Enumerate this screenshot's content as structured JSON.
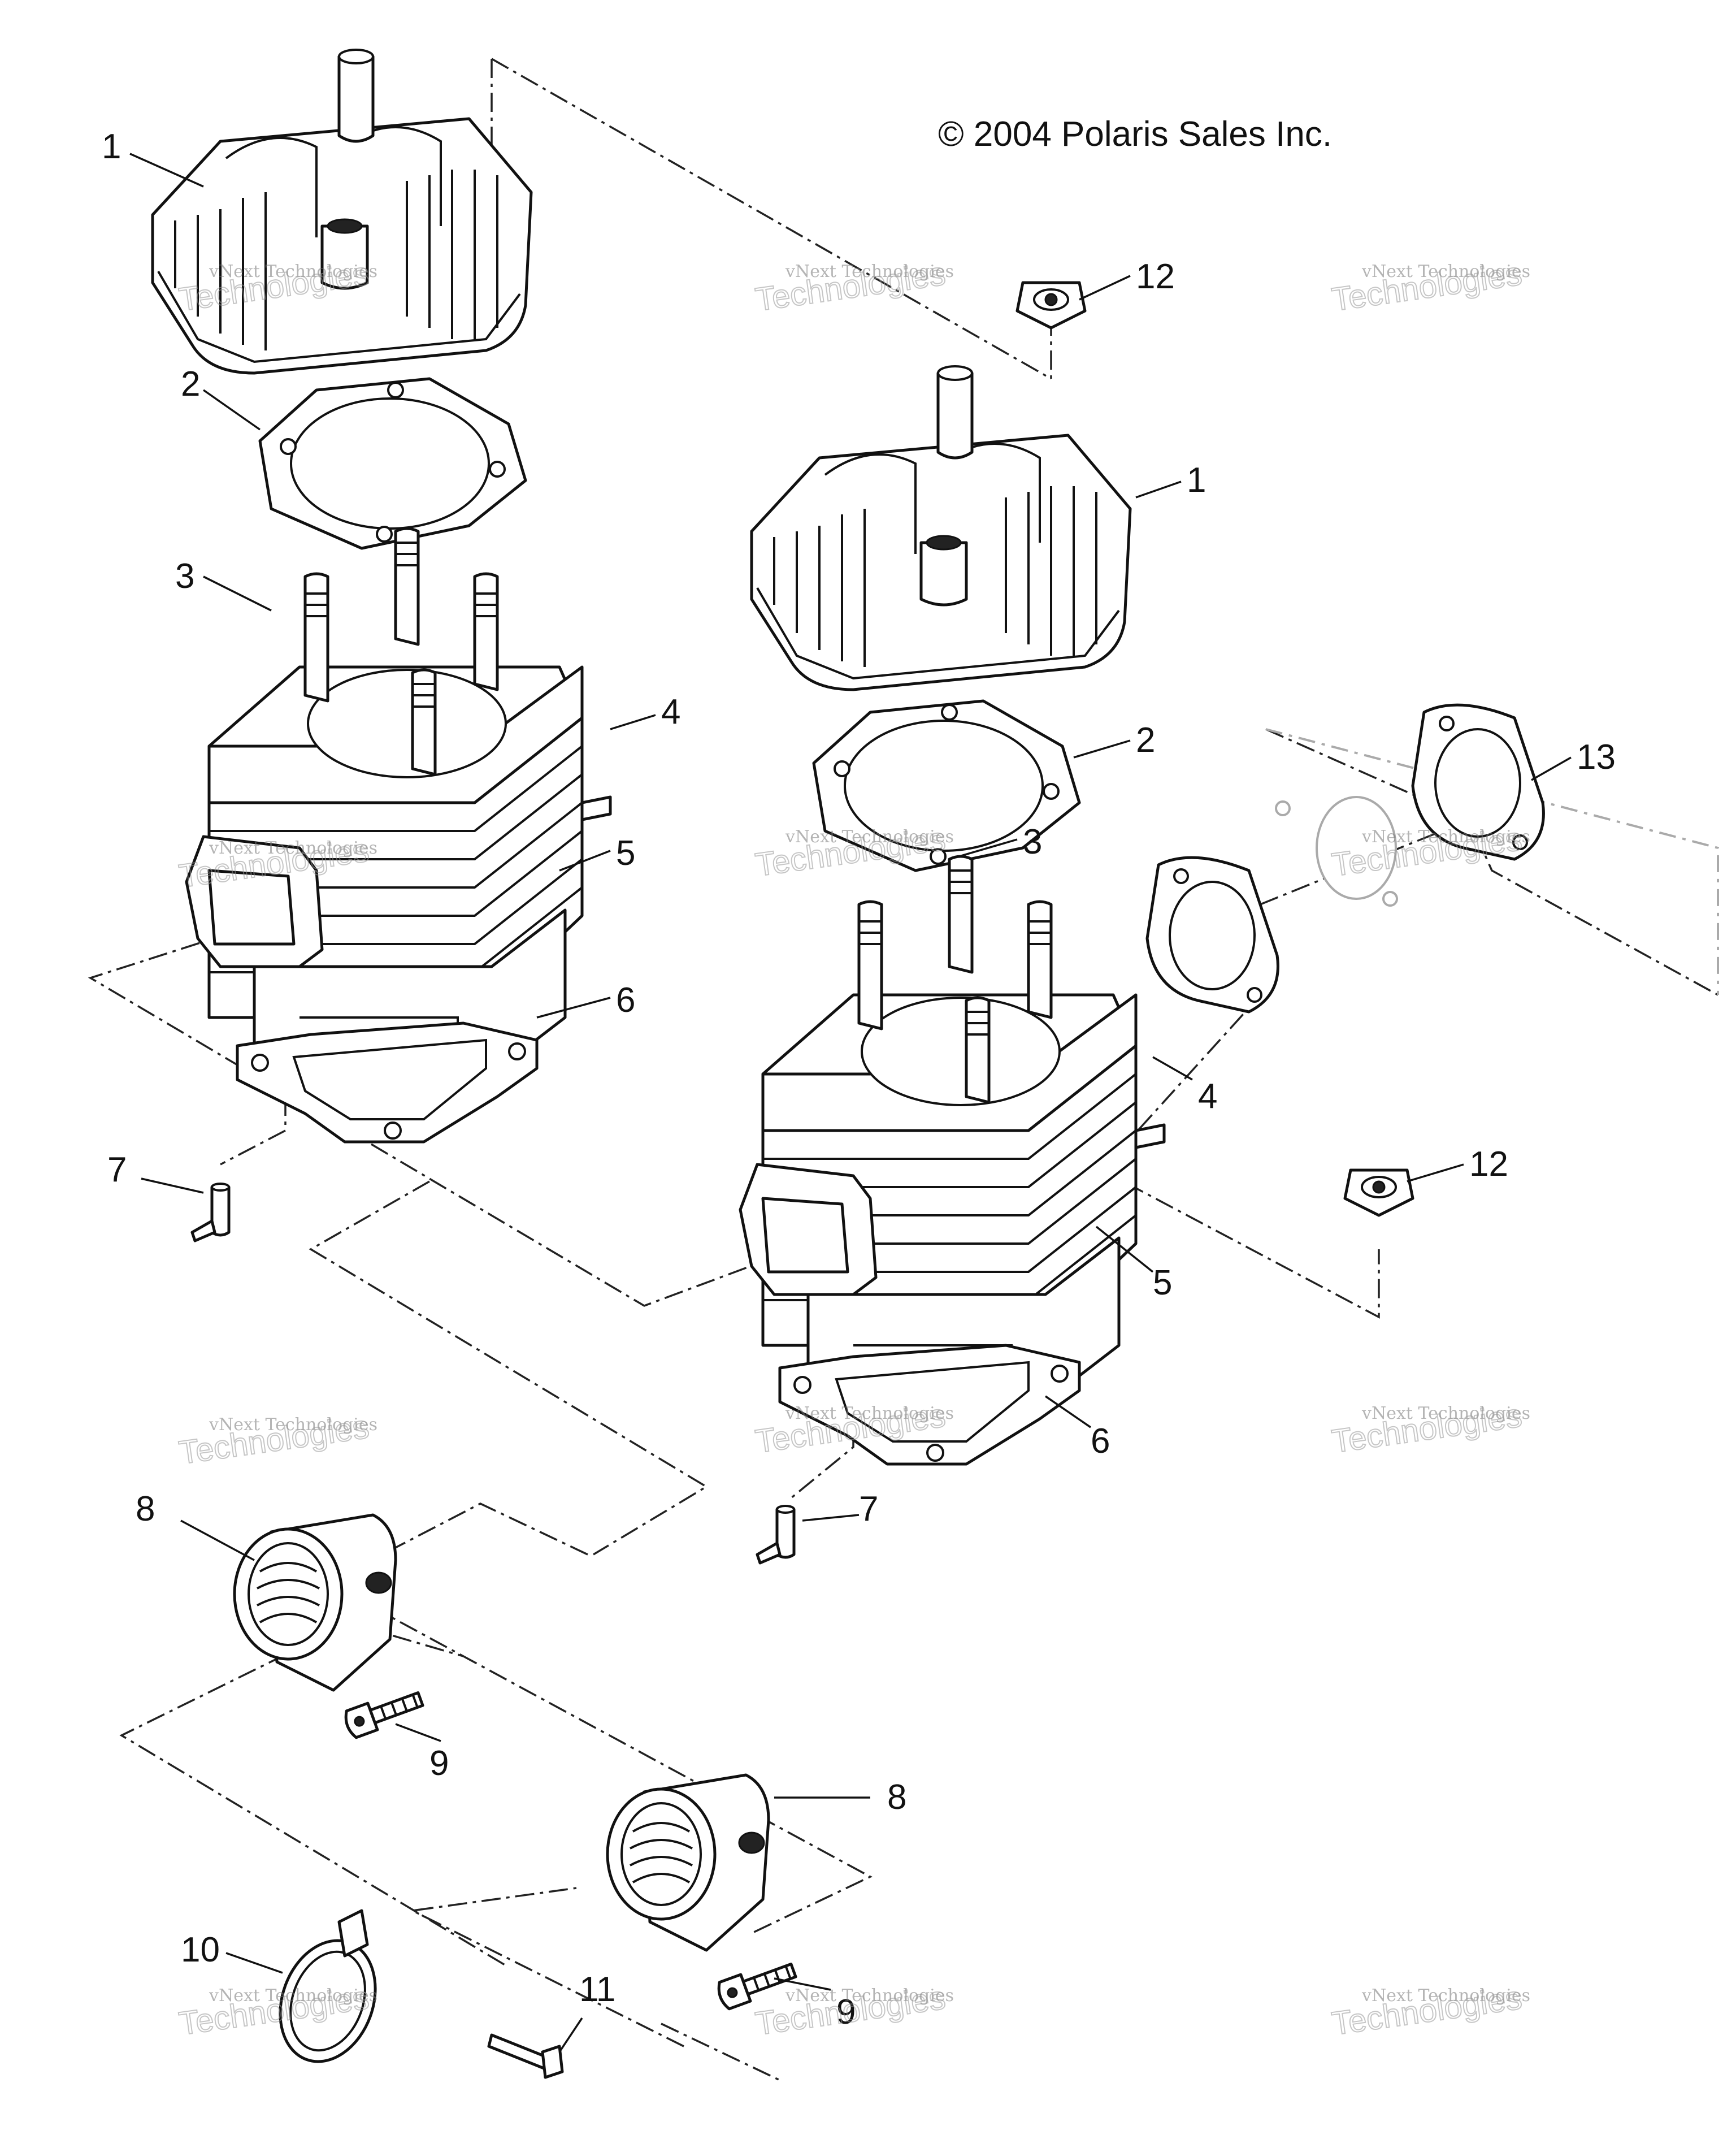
{
  "copyright": "© 2004 Polaris Sales Inc.",
  "watermark": {
    "line1": "vNext Technologies",
    "line2": "Technologies"
  },
  "callouts": [
    {
      "id": "c1a",
      "label": "1"
    },
    {
      "id": "c1b",
      "label": "1"
    },
    {
      "id": "c2a",
      "label": "2"
    },
    {
      "id": "c2b",
      "label": "2"
    },
    {
      "id": "c3a",
      "label": "3"
    },
    {
      "id": "c3b",
      "label": "3"
    },
    {
      "id": "c4a",
      "label": "4"
    },
    {
      "id": "c4b",
      "label": "4"
    },
    {
      "id": "c5a",
      "label": "5"
    },
    {
      "id": "c5b",
      "label": "5"
    },
    {
      "id": "c6a",
      "label": "6"
    },
    {
      "id": "c6b",
      "label": "6"
    },
    {
      "id": "c7a",
      "label": "7"
    },
    {
      "id": "c7b",
      "label": "7"
    },
    {
      "id": "c8a",
      "label": "8"
    },
    {
      "id": "c8b",
      "label": "8"
    },
    {
      "id": "c9a",
      "label": "9"
    },
    {
      "id": "c9b",
      "label": "9"
    },
    {
      "id": "c10",
      "label": "10"
    },
    {
      "id": "c11",
      "label": "11"
    },
    {
      "id": "c12a",
      "label": "12"
    },
    {
      "id": "c12b",
      "label": "12"
    },
    {
      "id": "c13",
      "label": "13"
    }
  ]
}
